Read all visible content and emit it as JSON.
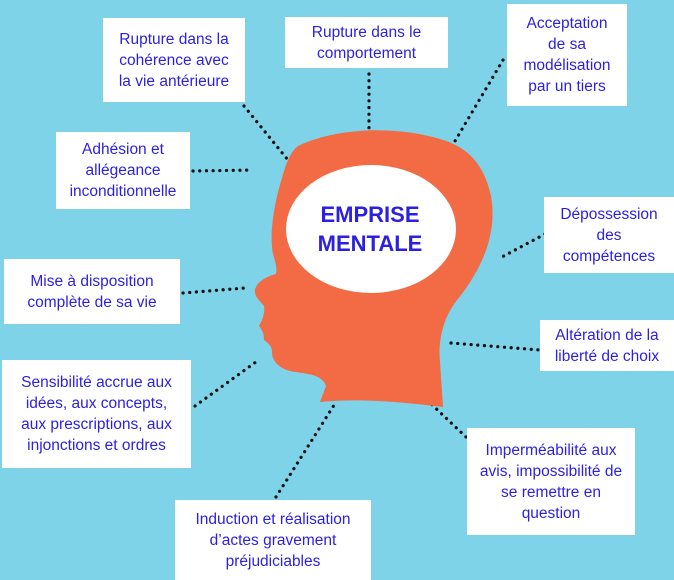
{
  "colors": {
    "background": "#7ed3e9",
    "head": "#f26b45",
    "center_bubble": "#ffffff",
    "text": "#2b1fe0",
    "dotted_line": "#111111"
  },
  "center": {
    "title": "EMPRISE\nMENTALE"
  },
  "nodes": [
    {
      "id": "rupture-coherence",
      "label": "Rupture dans la\ncohérence avec\nla vie antérieure"
    },
    {
      "id": "rupture-comportement",
      "label": "Rupture dans le\ncomportement"
    },
    {
      "id": "acceptation-modelisation",
      "label": "Acceptation\nde sa\nmodélisation\npar un tiers"
    },
    {
      "id": "adhesion-allegeance",
      "label": "Adhésion et\nallégeance\ninconditionnelle"
    },
    {
      "id": "depossession-competences",
      "label": "Dépossession\ndes\ncompétences"
    },
    {
      "id": "mise-a-disposition",
      "label": "Mise à disposition\ncomplète de sa vie"
    },
    {
      "id": "alteration-liberte",
      "label": "Altération de la\nliberté de choix"
    },
    {
      "id": "sensibilite-accrue",
      "label": "Sensibilité accrue aux\nidées, aux concepts,\naux prescriptions, aux\ninjonctions et ordres"
    },
    {
      "id": "impermeabilite-avis",
      "label": "Imperméabilité aux\navis, impossibilité de\nse remettre en\nquestion"
    },
    {
      "id": "induction-actes",
      "label": "Induction et réalisation\nd’actes gravement\npréjudiciables"
    }
  ]
}
